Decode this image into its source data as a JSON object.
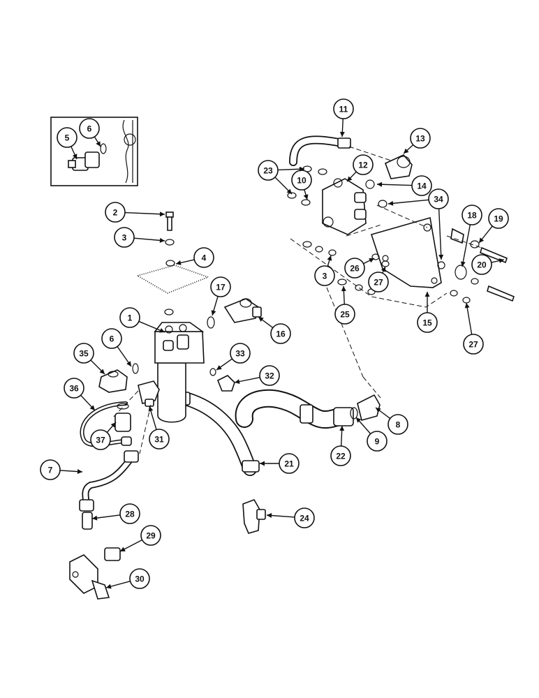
{
  "diagram": {
    "callouts": [
      {
        "id": "c1",
        "label": "1"
      },
      {
        "id": "c2",
        "label": "2"
      },
      {
        "id": "c3a",
        "label": "3"
      },
      {
        "id": "c3b",
        "label": "3"
      },
      {
        "id": "c4",
        "label": "4"
      },
      {
        "id": "c5",
        "label": "5"
      },
      {
        "id": "c6a",
        "label": "6"
      },
      {
        "id": "c6b",
        "label": "6"
      },
      {
        "id": "c7",
        "label": "7"
      },
      {
        "id": "c8",
        "label": "8"
      },
      {
        "id": "c9",
        "label": "9"
      },
      {
        "id": "c10",
        "label": "10"
      },
      {
        "id": "c11",
        "label": "11"
      },
      {
        "id": "c12",
        "label": "12"
      },
      {
        "id": "c13",
        "label": "13"
      },
      {
        "id": "c14",
        "label": "14"
      },
      {
        "id": "c15",
        "label": "15"
      },
      {
        "id": "c16",
        "label": "16"
      },
      {
        "id": "c17",
        "label": "17"
      },
      {
        "id": "c18",
        "label": "18"
      },
      {
        "id": "c19",
        "label": "19"
      },
      {
        "id": "c20",
        "label": "20"
      },
      {
        "id": "c21",
        "label": "21"
      },
      {
        "id": "c22",
        "label": "22"
      },
      {
        "id": "c23",
        "label": "23"
      },
      {
        "id": "c24",
        "label": "24"
      },
      {
        "id": "c25",
        "label": "25"
      },
      {
        "id": "c26",
        "label": "26"
      },
      {
        "id": "c27a",
        "label": "27"
      },
      {
        "id": "c27b",
        "label": "27"
      },
      {
        "id": "c28",
        "label": "28"
      },
      {
        "id": "c29",
        "label": "29"
      },
      {
        "id": "c30",
        "label": "30"
      },
      {
        "id": "c31",
        "label": "31"
      },
      {
        "id": "c32",
        "label": "32"
      },
      {
        "id": "c33",
        "label": "33"
      },
      {
        "id": "c34",
        "label": "34"
      },
      {
        "id": "c35",
        "label": "35"
      },
      {
        "id": "c36",
        "label": "36"
      },
      {
        "id": "c37",
        "label": "37"
      }
    ]
  }
}
